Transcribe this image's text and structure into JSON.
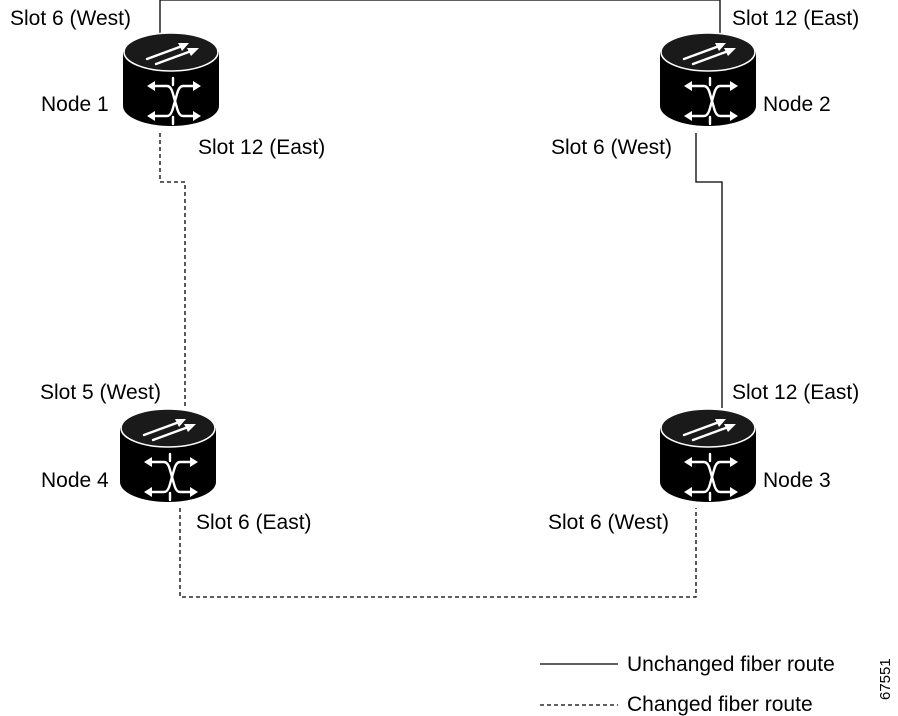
{
  "nodes": {
    "node1": {
      "name": "Node 1",
      "slot_top": "Slot 6 (West)",
      "slot_bottom": "Slot 12 (East)"
    },
    "node2": {
      "name": "Node 2",
      "slot_top": "Slot 12 (East)",
      "slot_bottom": "Slot 6 (West)"
    },
    "node3": {
      "name": "Node 3",
      "slot_top": "Slot 12 (East)",
      "slot_bottom": "Slot 6 (West)"
    },
    "node4": {
      "name": "Node 4",
      "slot_top": "Slot 5 (West)",
      "slot_bottom": "Slot 6 (East)"
    }
  },
  "legend": {
    "unchanged": "Unchanged fiber route",
    "changed": "Changed fiber route"
  },
  "figure_number": "67551",
  "icon": "optical-node-icon"
}
